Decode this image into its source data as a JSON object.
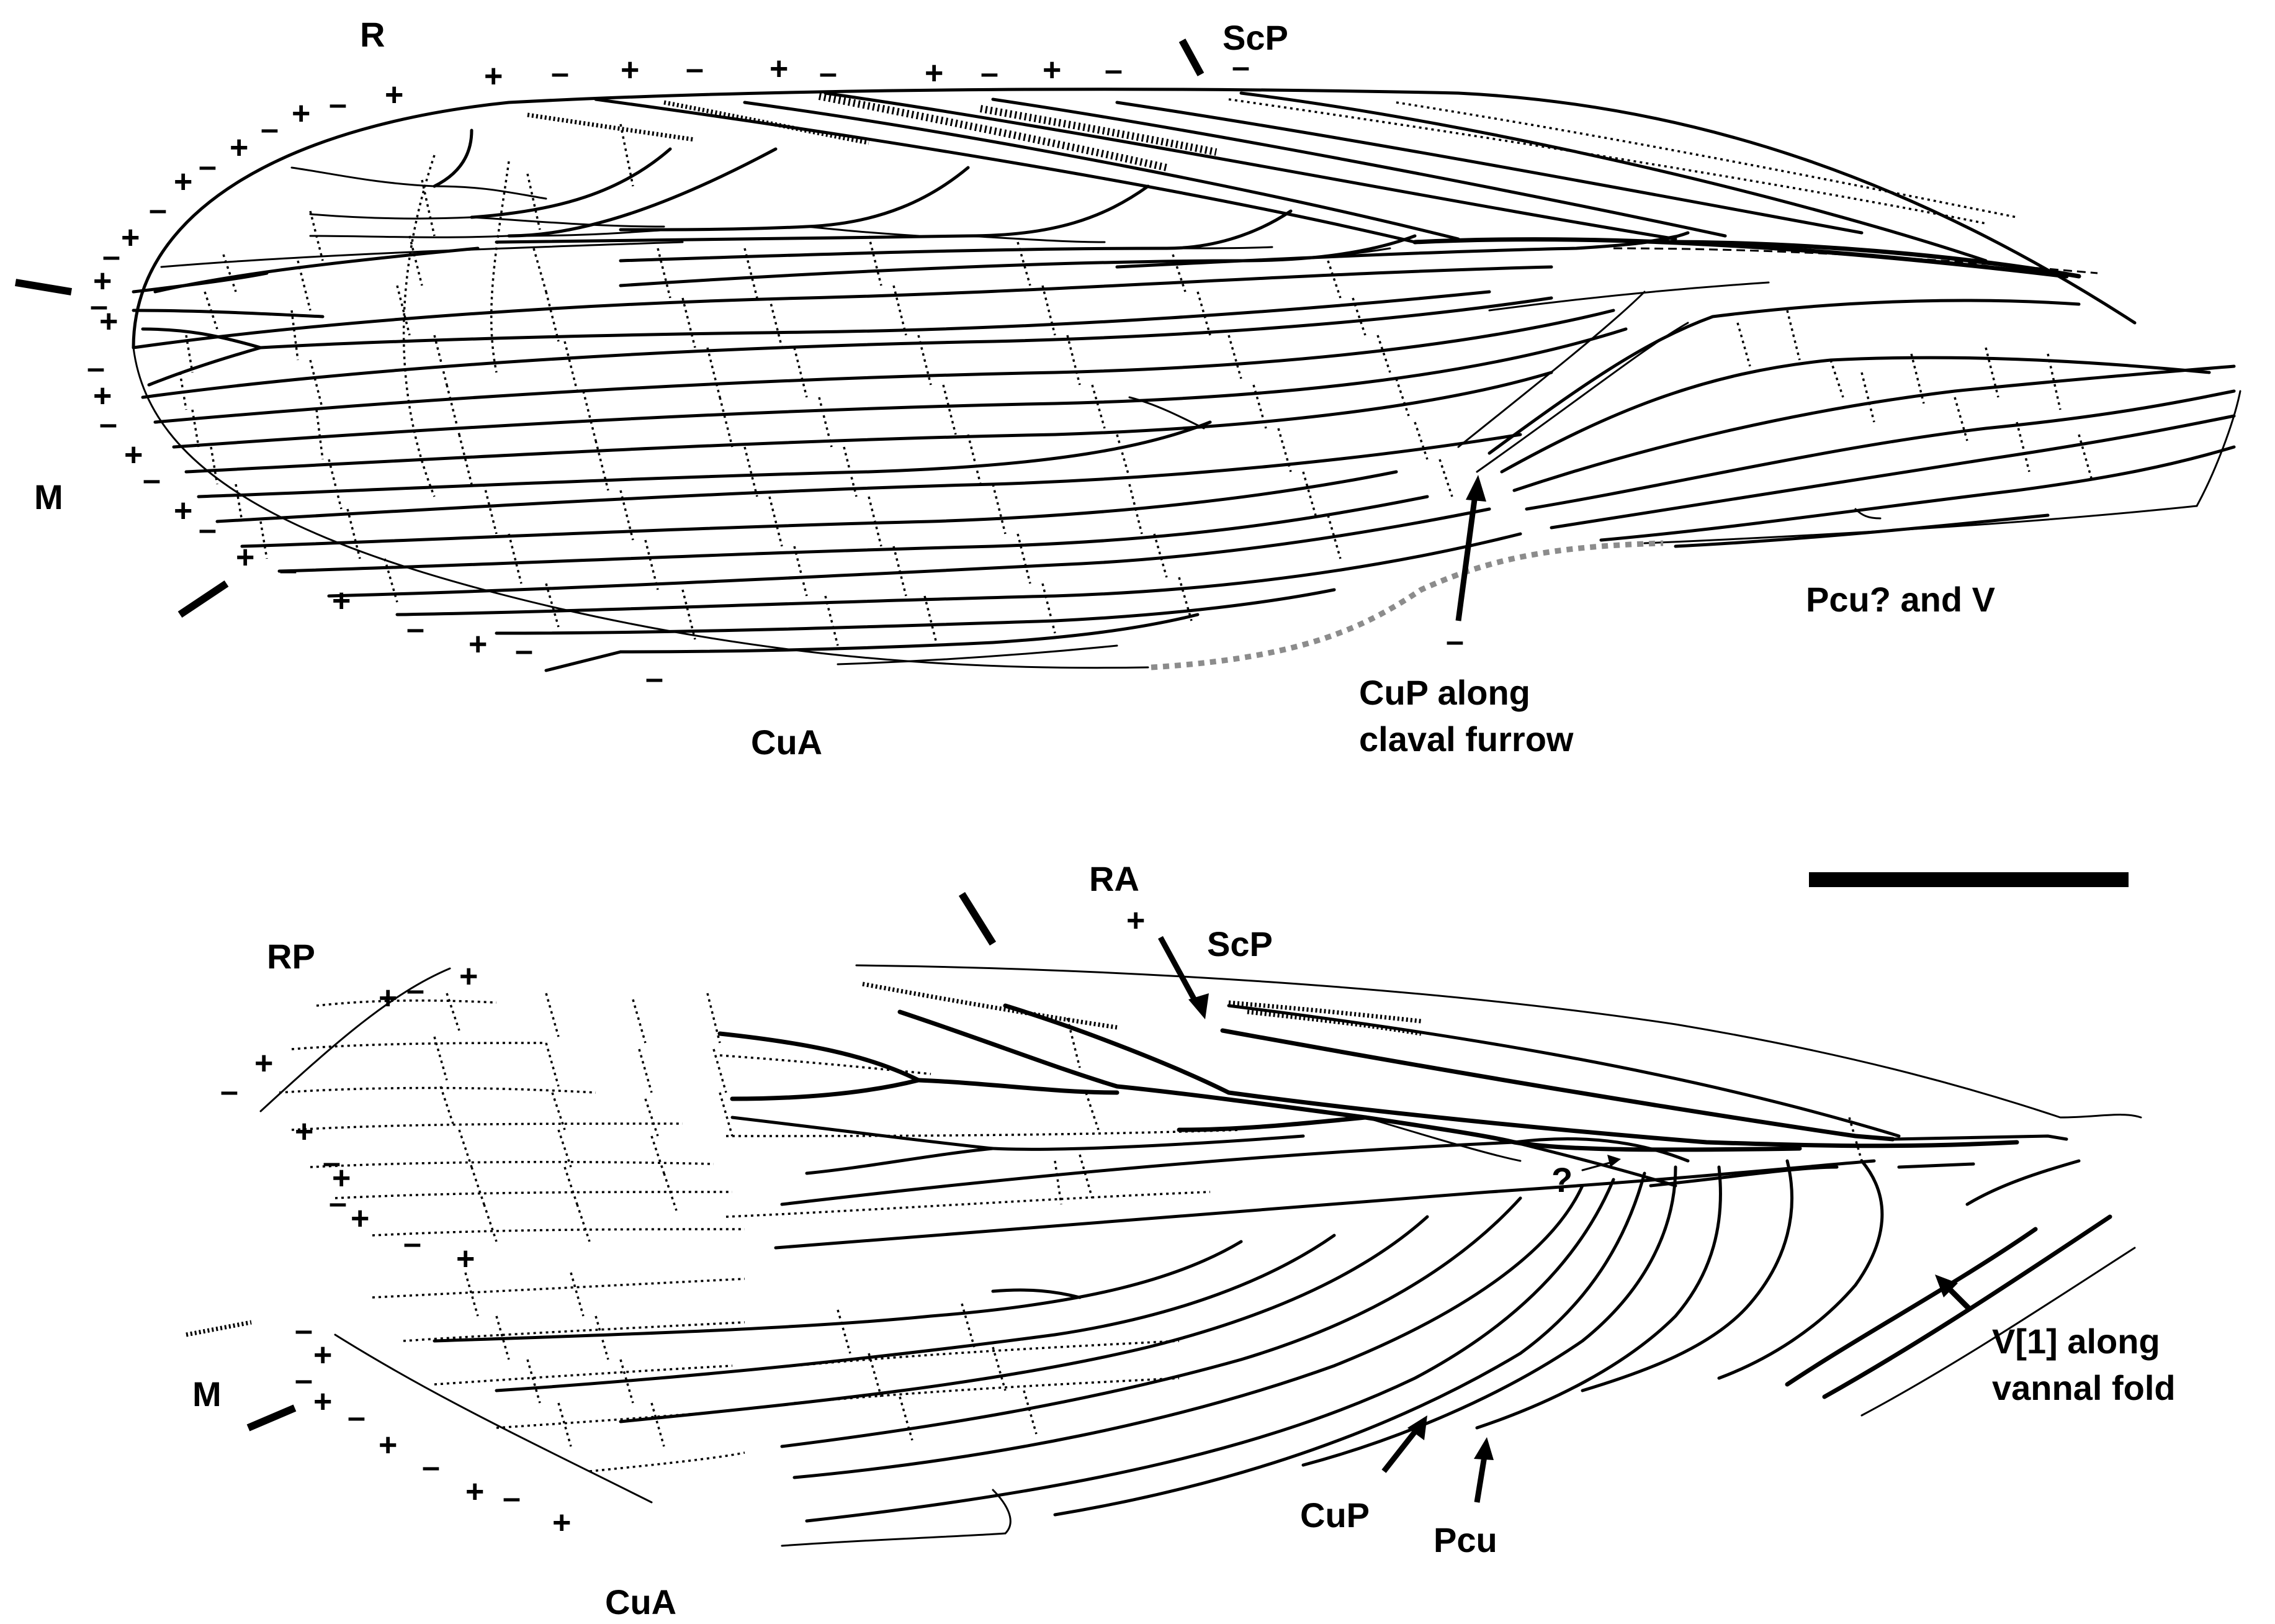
{
  "upper_wing": {
    "labels": {
      "R": "R",
      "ScP": "ScP",
      "M": "M",
      "CuA": "CuA",
      "pcu_v": "Pcu? and V",
      "cup_line1": "CuP along",
      "cup_line2": "claval furrow"
    },
    "sign_plus": "+",
    "sign_minus": "–"
  },
  "lower_wing": {
    "labels": {
      "RA": "RA",
      "ScP": "ScP",
      "RP": "RP",
      "M": "M",
      "CuA": "CuA",
      "CuP": "CuP",
      "Pcu": "Pcu",
      "v1_line1": "V[1] along",
      "v1_line2": "vannal fold",
      "question": "?"
    }
  }
}
